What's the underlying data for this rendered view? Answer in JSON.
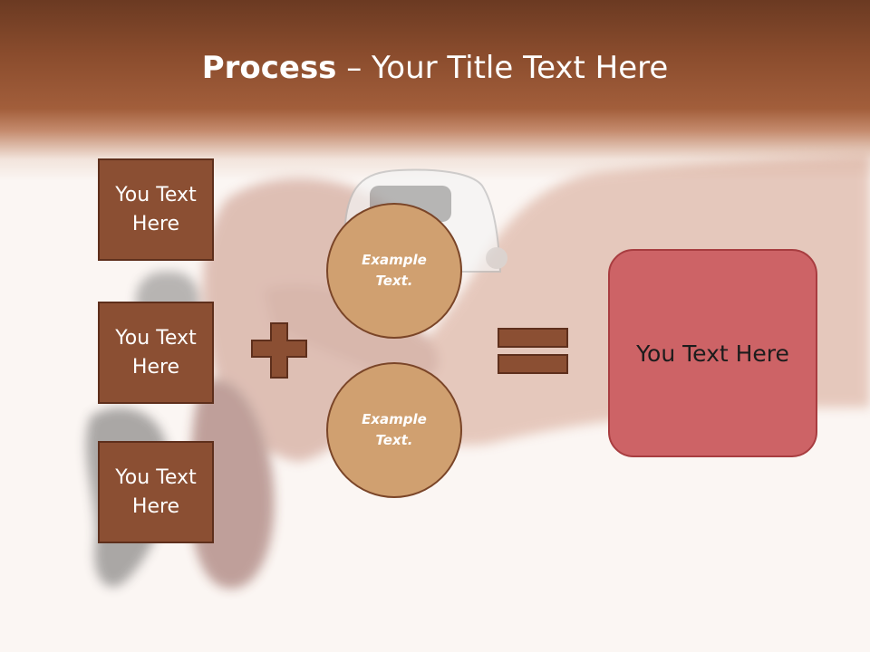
{
  "slide": {
    "title_bold": "Process",
    "title_rest": " – Your Title Text Here",
    "left_boxes": [
      "You Text Here",
      "You Text Here",
      "You Text Here"
    ],
    "circles": [
      "Example Text.",
      "Example Text."
    ],
    "result": "You Text Here"
  },
  "colors": {
    "header_band": "#8a4c2d",
    "box_fill": "#8b4f33",
    "circle_fill": "#d0a070",
    "result_fill": "#cd6366"
  },
  "icons": {
    "plus": "plus-icon",
    "equals": "equals-icon"
  }
}
